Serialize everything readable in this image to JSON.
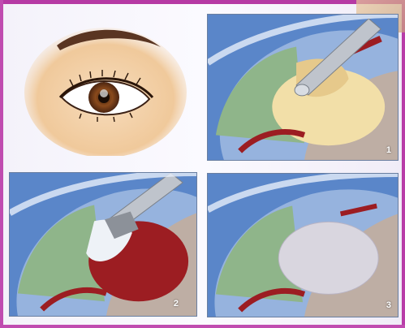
{
  "panels": [
    {
      "id": "eye",
      "label": ""
    },
    {
      "id": "step-1",
      "label": "1"
    },
    {
      "id": "step-2",
      "label": "2"
    },
    {
      "id": "step-3",
      "label": "3"
    }
  ],
  "colors": {
    "border_accent": "#b63aa4",
    "sky_blue": "#5a86c9",
    "iris_green": "#8fb58a",
    "lens_yellow": "#f2dfa8",
    "tissue_red": "#9c1d22",
    "skin": "#f3d1a6"
  },
  "icons": [
    "eye-illustration",
    "probe-instrument"
  ]
}
